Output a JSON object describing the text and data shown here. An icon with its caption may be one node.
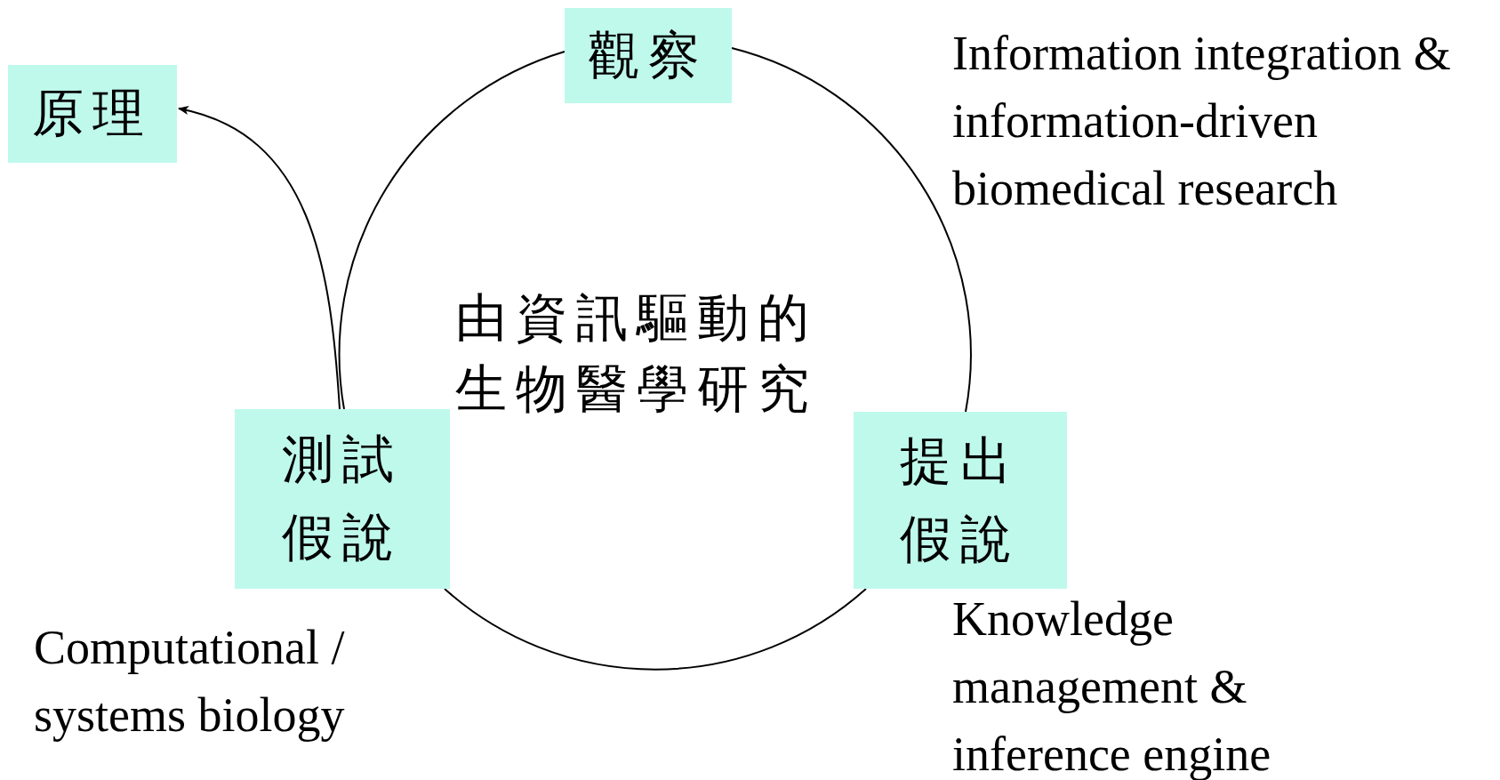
{
  "diagram": {
    "nodes": [
      {
        "text": [
          "觀察"
        ]
      },
      {
        "text": [
          "原理"
        ]
      },
      {
        "text": [
          "測試假說"
        ],
        "beside": [
          "Computational / systems biology"
        ]
      },
      {
        "text": [
          "提出假說"
        ],
        "beside": [
          "Knowledge management & inference engine"
        ]
      }
    ],
    "edges": [
      {
        "from": 0,
        "to": 3,
        "arrow": "none"
      },
      {
        "from": 3,
        "to": 2,
        "arrow": "none"
      },
      {
        "from": 2,
        "to": 0,
        "arrow": "none"
      },
      {
        "from": 2,
        "to": 1,
        "arrow": "to"
      }
    ],
    "labels": [
      "Information integration & information-driven biomedical research",
      "由資訊驅動的生物醫學研究"
    ]
  }
}
